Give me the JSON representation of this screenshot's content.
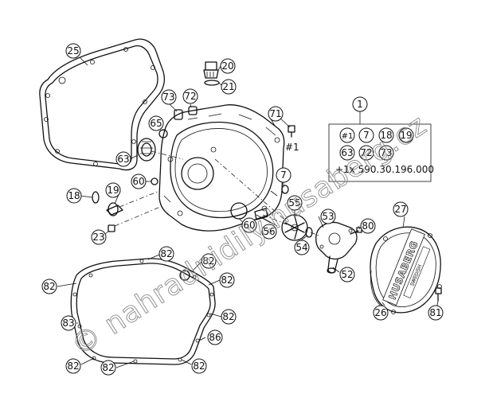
{
  "callouts": [
    {
      "id": "25"
    },
    {
      "id": "20"
    },
    {
      "id": "21"
    },
    {
      "id": "73"
    },
    {
      "id": "72"
    },
    {
      "id": "65"
    },
    {
      "id": "71"
    },
    {
      "id": "1"
    },
    {
      "id": "63"
    },
    {
      "id": "60"
    },
    {
      "id": "18"
    },
    {
      "id": "19"
    },
    {
      "id": "23"
    },
    {
      "id": "7"
    },
    {
      "id": "55"
    },
    {
      "id": "53"
    },
    {
      "id": "80"
    },
    {
      "id": "27"
    },
    {
      "id": "56"
    },
    {
      "id": "54"
    },
    {
      "id": "52"
    },
    {
      "id": "82"
    },
    {
      "id": "83"
    },
    {
      "id": "86"
    },
    {
      "id": "26"
    },
    {
      "id": "81"
    }
  ],
  "kit_box": {
    "row1": [
      "#1",
      "7",
      "18",
      "19"
    ],
    "row2": [
      "63",
      "72",
      "73"
    ],
    "footer": "+1x 590.30.196.000"
  },
  "cover_label": "#1",
  "brand_logo": {
    "main": "HUSABERG",
    "sub": "SWEDISH"
  },
  "watermark": "© nahradnidily.husaberg.cz"
}
